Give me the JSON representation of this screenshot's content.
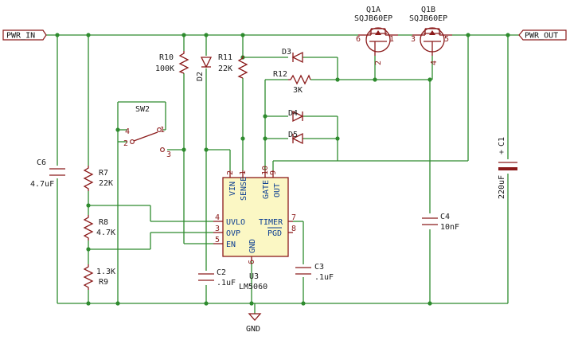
{
  "nets": {
    "pwr_in": "PWR_IN",
    "pwr_out": "PWR_OUT",
    "gnd": "GND"
  },
  "u3": {
    "ref": "U3",
    "value": "LM5060",
    "pins": {
      "vin": "VIN",
      "sense": "SENSE",
      "gate": "GATE",
      "out": "OUT",
      "uvlo": "UVLO",
      "ovp": "OVP",
      "en": "EN",
      "gnd": "GND",
      "timer": "TIMER",
      "pgd": "PGD"
    },
    "pin_numbers": {
      "vin": "2",
      "sense": "1",
      "gate": "10",
      "out": "9",
      "uvlo": "4",
      "ovp": "3",
      "en": "5",
      "gnd": "6",
      "timer": "7",
      "pgd": "8"
    }
  },
  "q1a": {
    "ref": "Q1A",
    "value": "SQJB60EP",
    "pins": [
      "6",
      "1",
      "2"
    ]
  },
  "q1b": {
    "ref": "Q1B",
    "value": "SQJB60EP",
    "pins": [
      "3",
      "5",
      "4"
    ]
  },
  "components": {
    "r10": {
      "ref": "R10",
      "value": "100K"
    },
    "r11": {
      "ref": "R11",
      "value": "22K"
    },
    "r12": {
      "ref": "R12",
      "value": "3K"
    },
    "r7": {
      "ref": "R7",
      "value": "22K"
    },
    "r8": {
      "ref": "R8",
      "value": "4.7K"
    },
    "r9": {
      "ref": "R9",
      "value": "1.3K"
    },
    "c6": {
      "ref": "C6",
      "value": "4.7uF"
    },
    "c1": {
      "ref": "C1",
      "value": "220uF",
      "polarity": "+"
    },
    "c2": {
      "ref": "C2",
      "value": ".1uF"
    },
    "c3": {
      "ref": "C3",
      "value": ".1uF"
    },
    "c4": {
      "ref": "C4",
      "value": "10nF"
    },
    "d2": {
      "ref": "D2"
    },
    "d3": {
      "ref": "D3"
    },
    "d4": {
      "ref": "D4"
    },
    "d5": {
      "ref": "D5"
    },
    "sw2": {
      "ref": "SW2",
      "pins": [
        "4",
        "2",
        "1",
        "3"
      ]
    }
  }
}
